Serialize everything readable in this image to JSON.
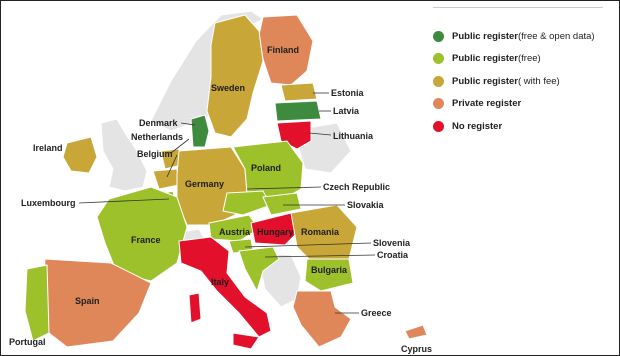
{
  "colors": {
    "free_open": "#3e8a3e",
    "free": "#9cc12b",
    "with_fee": "#c9a638",
    "private": "#e0875a",
    "none": "#e2102a",
    "non_eu": "#e4e4e4"
  },
  "legend": [
    {
      "key": "free_open",
      "label": "Public register",
      "detail": " (free & open data)"
    },
    {
      "key": "free",
      "label": "Public register",
      "detail": " (free)"
    },
    {
      "key": "with_fee",
      "label": "Public register",
      "detail": " ( with fee)"
    },
    {
      "key": "private",
      "label": "Private register",
      "detail": ""
    },
    {
      "key": "none",
      "label": "No register",
      "detail": ""
    }
  ],
  "countries": [
    {
      "id": "finland",
      "name": "Finland",
      "status": "private"
    },
    {
      "id": "sweden",
      "name": "Sweden",
      "status": "with_fee"
    },
    {
      "id": "estonia",
      "name": "Estonia",
      "status": "with_fee"
    },
    {
      "id": "latvia",
      "name": "Latvia",
      "status": "free_open"
    },
    {
      "id": "lithuania",
      "name": "Lithuania",
      "status": "none"
    },
    {
      "id": "denmark",
      "name": "Denmark",
      "status": "free_open"
    },
    {
      "id": "netherlands",
      "name": "Netherlands",
      "status": "with_fee"
    },
    {
      "id": "belgium",
      "name": "Belgium",
      "status": "with_fee"
    },
    {
      "id": "ireland",
      "name": "Ireland",
      "status": "with_fee"
    },
    {
      "id": "germany",
      "name": "Germany",
      "status": "with_fee"
    },
    {
      "id": "poland",
      "name": "Poland",
      "status": "free"
    },
    {
      "id": "czech",
      "name": "Czech Republic",
      "status": "free"
    },
    {
      "id": "slovakia",
      "name": "Slovakia",
      "status": "free"
    },
    {
      "id": "luxembourg",
      "name": "Luxembourg",
      "status": "free"
    },
    {
      "id": "france",
      "name": "France",
      "status": "free"
    },
    {
      "id": "austria",
      "name": "Austria",
      "status": "free"
    },
    {
      "id": "hungary",
      "name": "Hungary",
      "status": "none"
    },
    {
      "id": "romania",
      "name": "Romania",
      "status": "with_fee"
    },
    {
      "id": "slovenia",
      "name": "Slovenia",
      "status": "free"
    },
    {
      "id": "croatia",
      "name": "Croatia",
      "status": "free"
    },
    {
      "id": "bulgaria",
      "name": "Bulgaria",
      "status": "free"
    },
    {
      "id": "italy",
      "name": "Italy",
      "status": "none"
    },
    {
      "id": "spain",
      "name": "Spain",
      "status": "private"
    },
    {
      "id": "portugal",
      "name": "Portugal",
      "status": "free"
    },
    {
      "id": "greece",
      "name": "Greece",
      "status": "private"
    },
    {
      "id": "cyprus",
      "name": "Cyprus",
      "status": "private"
    }
  ]
}
